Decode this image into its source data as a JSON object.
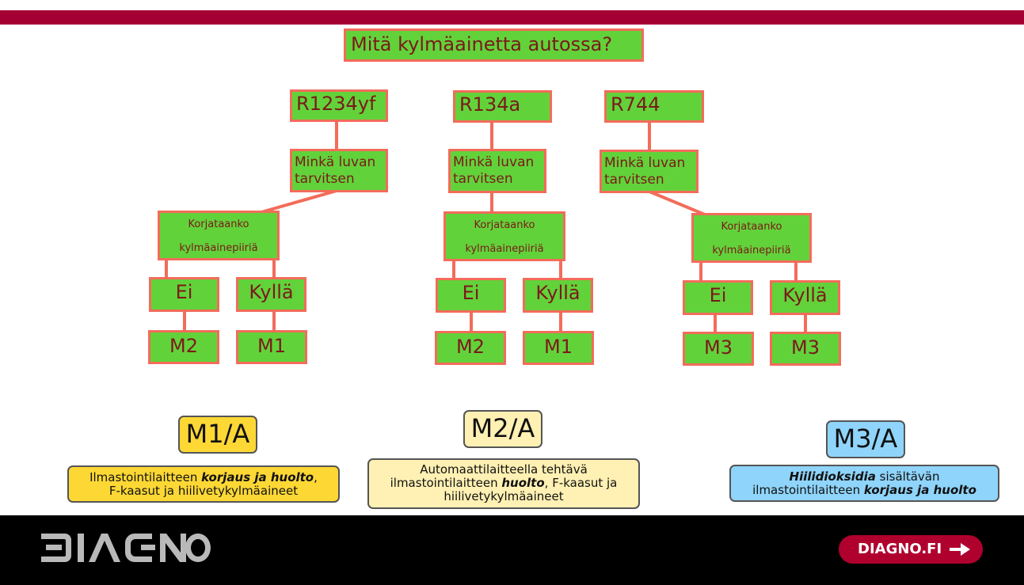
{
  "title": "Mitä kylmäainetta autossa?",
  "columns": [
    {
      "refrigerant": "R1234yf",
      "question": "Minkä luvan tarvitsen",
      "repair_question": [
        "Korjataanko",
        "kylmäainepiiriä"
      ],
      "answers": [
        {
          "label": "Ei",
          "result": "M2"
        },
        {
          "label": "Kyllä",
          "result": "M1"
        }
      ]
    },
    {
      "refrigerant": "R134a",
      "question": "Minkä luvan tarvitsen",
      "repair_question": [
        "Korjataanko",
        "kylmäainepiiriä"
      ],
      "answers": [
        {
          "label": "Ei",
          "result": "M2"
        },
        {
          "label": "Kyllä",
          "result": "M1"
        }
      ]
    },
    {
      "refrigerant": "R744",
      "question": "Minkä luvan tarvitsen",
      "repair_question": [
        "Korjataanko",
        "kylmäainepiiriä"
      ],
      "answers": [
        {
          "label": "Ei",
          "result": "M3"
        },
        {
          "label": "Kyllä",
          "result": "M3"
        }
      ]
    }
  ],
  "categories": [
    {
      "badge": "M1/A",
      "color": "#fdd835",
      "desc_parts": [
        "Ilmastointilaitteen ",
        "korjaus ja huolto",
        ",",
        "F-kaasut ja hiilivetykylmäaineet"
      ]
    },
    {
      "badge": "M2/A",
      "color": "#fff0b3",
      "desc_parts": [
        "Automaattilaitteella tehtävä",
        "ilmastointilaitteen ",
        "huolto",
        ", F-kaasut ja",
        "hiilivetykylmäaineet"
      ]
    },
    {
      "badge": "M3/A",
      "color": "#8fd4fa",
      "desc_parts": [
        "Hiilidioksidia",
        " sisältävän",
        "ilmastointilaitteen ",
        "korjaus ja huolto"
      ]
    }
  ],
  "colors": {
    "accent": "#a50034",
    "node_fill": "#62d23a",
    "node_border": "#f36c5a",
    "node_text": "#7a1a1a"
  },
  "footer": {
    "logo": "DIAGNO",
    "cta": "DIAGNO.FI",
    "cta_icon": "arrow-right-icon"
  }
}
